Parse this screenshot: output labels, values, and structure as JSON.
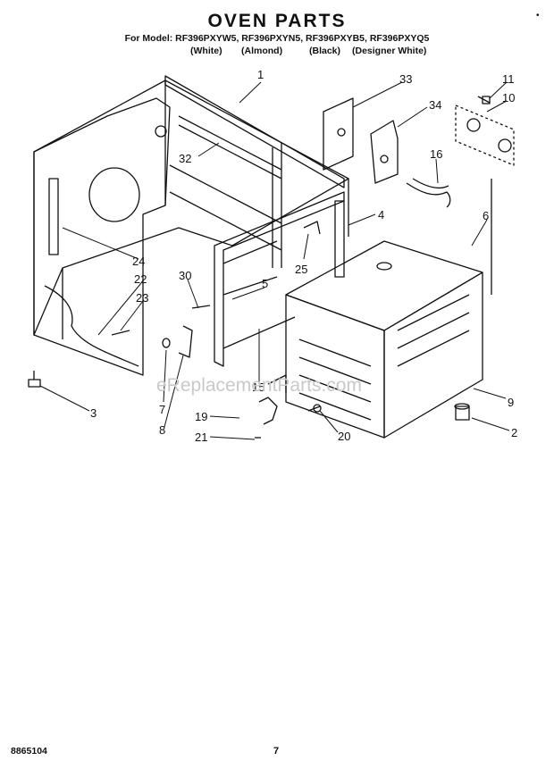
{
  "header": {
    "title": "OVEN PARTS",
    "models": "For Model: RF396PXYW5, RF396PXYN5, RF396PXYB5, RF396PXYQ5",
    "colors": [
      "(White)",
      "(Almond)",
      "(Black)",
      "(Designer White)"
    ]
  },
  "callouts": [
    "1",
    "33",
    "11",
    "10",
    "34",
    "32",
    "16",
    "4",
    "6",
    "24",
    "25",
    "22",
    "30",
    "5",
    "23",
    "3",
    "7",
    "15",
    "9",
    "8",
    "19",
    "21",
    "20",
    "2"
  ],
  "watermark": "eReplacementParts.com",
  "footer": {
    "code": "8865104",
    "page": "7"
  }
}
